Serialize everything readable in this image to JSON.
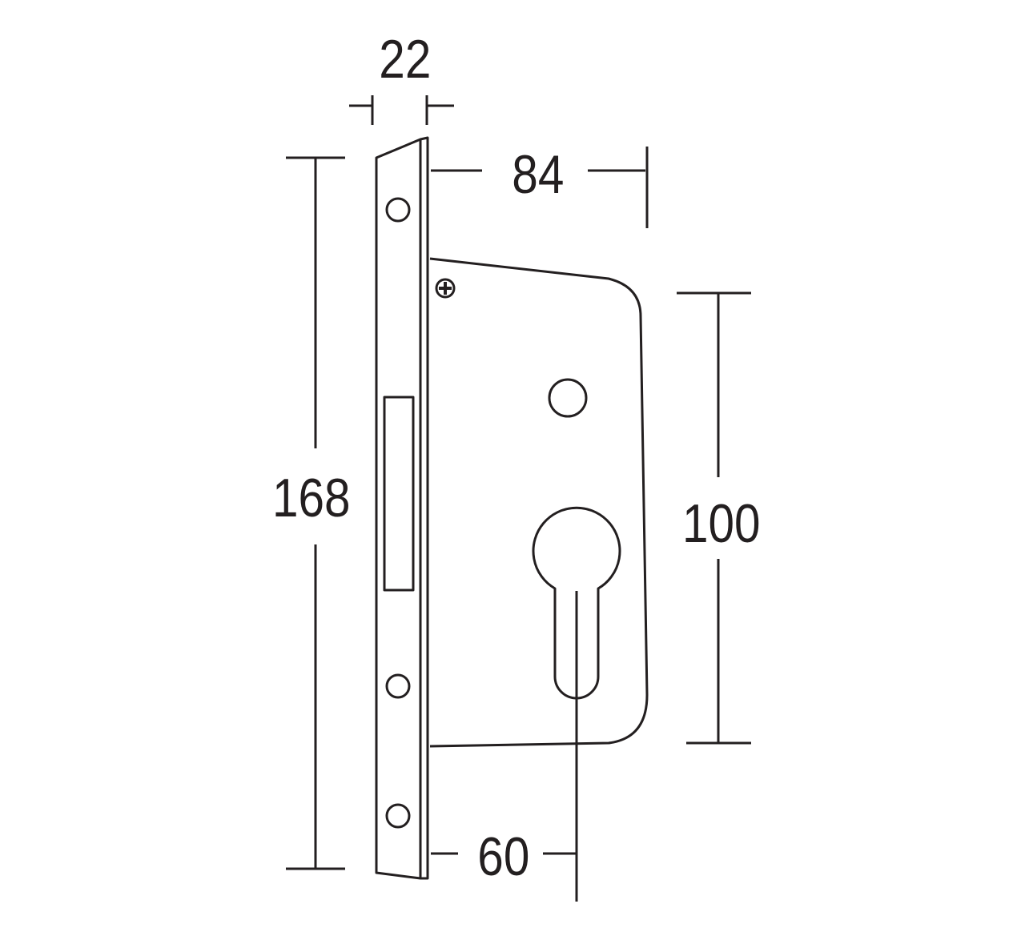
{
  "dimensions": {
    "faceplate_width": "22",
    "case_depth": "84",
    "faceplate_height": "168",
    "center_distance": "100",
    "backset": "60"
  },
  "colors": {
    "line": "#231f20",
    "background": "#ffffff"
  }
}
